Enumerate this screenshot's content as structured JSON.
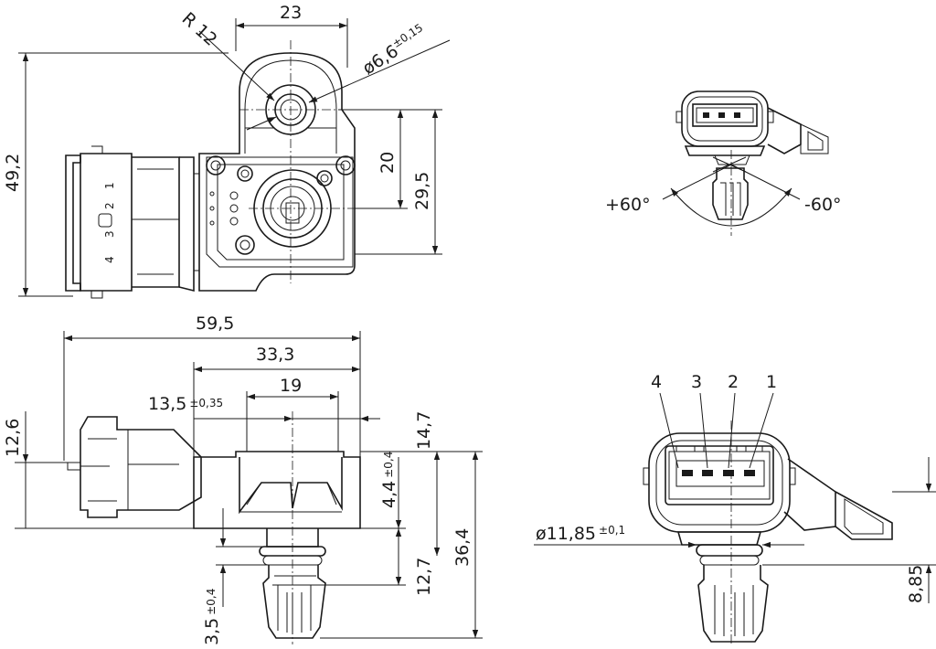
{
  "drawing": {
    "top_view": {
      "dim_width": "23",
      "dim_radius": "R 12",
      "dim_hole_main": "ø6,6",
      "dim_hole_tol": "±0,15",
      "dim_height_total": "49,2",
      "dim_hole_center": "20",
      "dim_body_height": "29,5",
      "pins": [
        "4",
        "3",
        "2",
        "1"
      ]
    },
    "side_view": {
      "dim_total_length": "59,5",
      "dim_body_length": "33,3",
      "dim_housing": "19",
      "dim_offset": "13,5",
      "dim_offset_tol": "±0,35",
      "dim_connector_height": "12,6",
      "dim_upper": "14,7",
      "dim_step": "4,4",
      "dim_step_tol": "±0,4",
      "dim_stem": "12,7",
      "dim_total_height": "36,4",
      "dim_tip": "3,5",
      "dim_tip_tol": "±0,4"
    },
    "rotation_view": {
      "angle_left": "+60°",
      "angle_right": "-60°"
    },
    "connector_view": {
      "pin_labels": [
        "4",
        "3",
        "2",
        "1"
      ],
      "dim_diameter": "ø11,85",
      "dim_diameter_tol": "±0,1",
      "dim_depth": "8,85"
    }
  }
}
